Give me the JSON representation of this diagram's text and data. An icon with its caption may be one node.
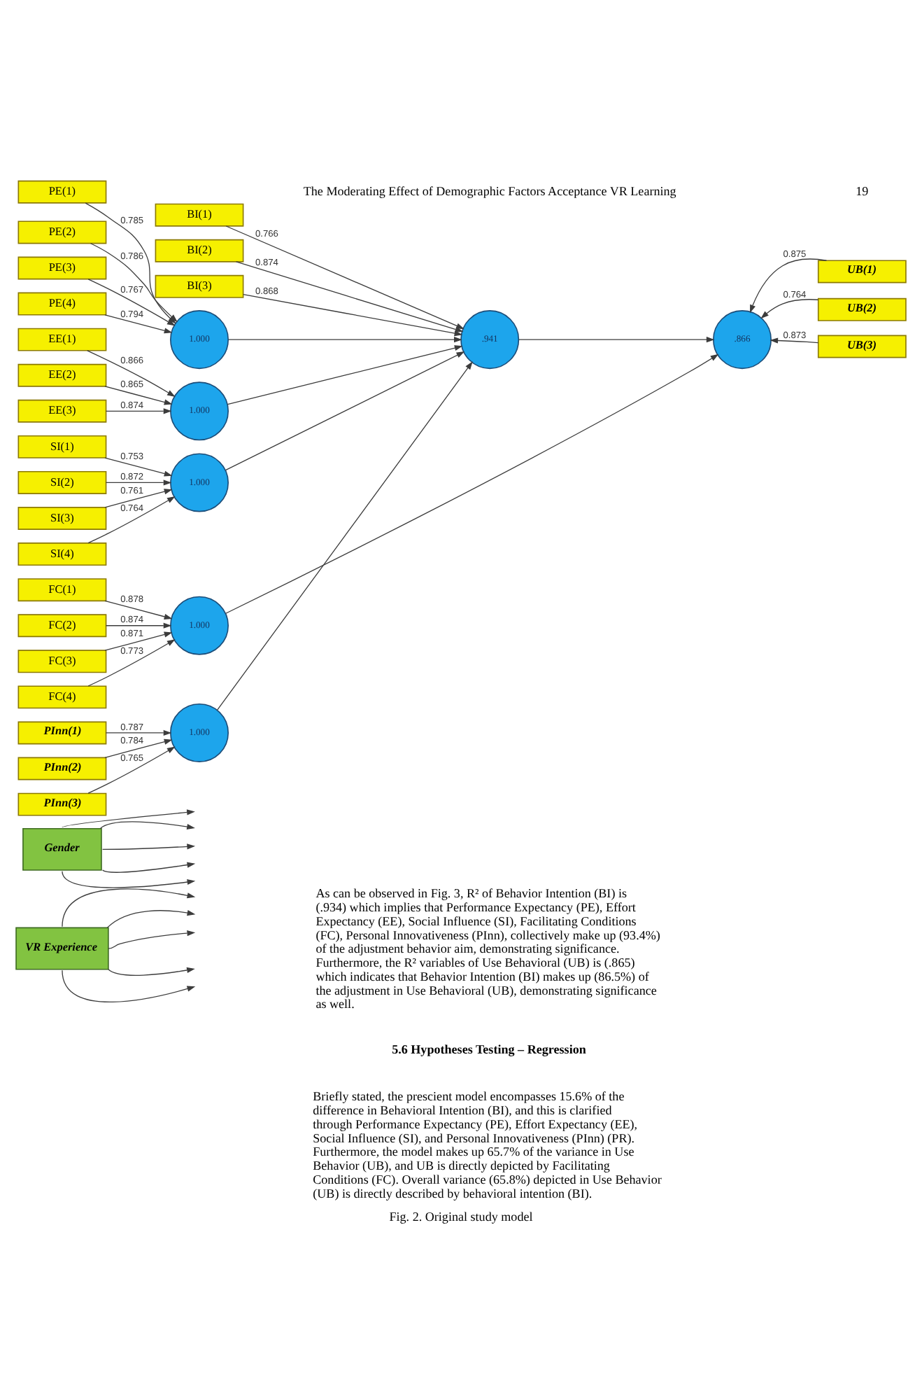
{
  "diagram": {
    "caption": "Fig. 2. Original study model",
    "nodes": [
      {
        "text": [
          "PE(1)"
        ]
      },
      {
        "text": [
          "PE(2)"
        ]
      },
      {
        "text": [
          "PE(3)"
        ]
      },
      {
        "text": [
          "PE(4)"
        ]
      },
      {
        "text": [
          "1.000"
        ]
      },
      {
        "text": [
          "EE(1)"
        ]
      },
      {
        "text": [
          "EE(2)"
        ]
      },
      {
        "text": [
          "EE(3)"
        ]
      },
      {
        "text": [
          "1.000"
        ]
      },
      {
        "text": [
          "SI(1)"
        ]
      },
      {
        "text": [
          "SI(2)"
        ]
      },
      {
        "text": [
          "SI(3)"
        ]
      },
      {
        "text": [
          "SI(4)"
        ]
      },
      {
        "text": [
          "1.000"
        ]
      },
      {
        "text": [
          "FC(1)"
        ]
      },
      {
        "text": [
          "FC(2)"
        ]
      },
      {
        "text": [
          "FC(3)"
        ]
      },
      {
        "text": [
          "FC(4)"
        ]
      },
      {
        "text": [
          "1.000"
        ]
      },
      {
        "text": [
          "PInn(1)"
        ]
      },
      {
        "text": [
          "PInn(2)"
        ]
      },
      {
        "text": [
          "PInn(3)"
        ]
      },
      {
        "text": [
          "1.000"
        ]
      },
      {
        "text": [
          "BI(1)"
        ]
      },
      {
        "text": [
          "BI(2)"
        ]
      },
      {
        "text": [
          "BI(3)"
        ]
      },
      {
        "text": [
          ".941"
        ]
      },
      {
        "text": [
          ".866"
        ]
      },
      {
        "text": [
          "UB(1)"
        ]
      },
      {
        "text": [
          "UB(2)"
        ]
      },
      {
        "text": [
          "UB(3)"
        ]
      },
      {
        "text": [
          "Gender"
        ]
      },
      {
        "text": [
          "VR Experience"
        ]
      }
    ],
    "edges": [
      {
        "from": 0,
        "to": 4,
        "arrow": "to",
        "label": "0.785"
      },
      {
        "from": 1,
        "to": 4,
        "arrow": "to",
        "label": "0.786"
      },
      {
        "from": 2,
        "to": 4,
        "arrow": "to",
        "label": "0.767"
      },
      {
        "from": 3,
        "to": 4,
        "arrow": "to",
        "label": "0.794"
      },
      {
        "from": 5,
        "to": 8,
        "arrow": "to",
        "label": "0.866"
      },
      {
        "from": 6,
        "to": 8,
        "arrow": "to",
        "label": "0.865"
      },
      {
        "from": 7,
        "to": 8,
        "arrow": "to",
        "label": "0.874"
      },
      {
        "from": 9,
        "to": 13,
        "arrow": "to",
        "label": "0.753"
      },
      {
        "from": 10,
        "to": 13,
        "arrow": "to",
        "label": "0.872"
      },
      {
        "from": 11,
        "to": 13,
        "arrow": "to",
        "label": "0.761"
      },
      {
        "from": 12,
        "to": 13,
        "arrow": "to",
        "label": "0.764"
      },
      {
        "from": 14,
        "to": 18,
        "arrow": "to",
        "label": "0.878"
      },
      {
        "from": 15,
        "to": 18,
        "arrow": "to",
        "label": "0.874"
      },
      {
        "from": 16,
        "to": 18,
        "arrow": "to",
        "label": "0.871"
      },
      {
        "from": 17,
        "to": 18,
        "arrow": "to",
        "label": "0.773"
      },
      {
        "from": 19,
        "to": 22,
        "arrow": "to",
        "label": "0.787"
      },
      {
        "from": 20,
        "to": 22,
        "arrow": "to",
        "label": "0.784"
      },
      {
        "from": 21,
        "to": 22,
        "arrow": "to",
        "label": "0.765"
      },
      {
        "from": 23,
        "to": 26,
        "arrow": "to",
        "label": "0.766"
      },
      {
        "from": 24,
        "to": 26,
        "arrow": "to",
        "label": "0.874"
      },
      {
        "from": 25,
        "to": 26,
        "arrow": "to",
        "label": "0.868"
      },
      {
        "from": 28,
        "to": 27,
        "arrow": "to",
        "label": "0.875"
      },
      {
        "from": 29,
        "to": 27,
        "arrow": "to",
        "label": "0.764"
      },
      {
        "from": 30,
        "to": 27,
        "arrow": "to",
        "label": "0.873"
      },
      {
        "from": 4,
        "to": 26,
        "arrow": "to"
      },
      {
        "from": 8,
        "to": 26,
        "arrow": "to"
      },
      {
        "from": 13,
        "to": 26,
        "arrow": "to"
      },
      {
        "from": 18,
        "to": 27,
        "arrow": "to"
      },
      {
        "from": 22,
        "to": 26,
        "arrow": "to"
      },
      {
        "from": 26,
        "to": 27,
        "arrow": "to"
      },
      {
        "from": 31,
        "to": null,
        "arrow": "to"
      },
      {
        "from": 31,
        "to": null,
        "arrow": "to"
      },
      {
        "from": 31,
        "to": null,
        "arrow": "to"
      },
      {
        "from": 31,
        "to": null,
        "arrow": "to"
      },
      {
        "from": 31,
        "to": null,
        "arrow": "to"
      },
      {
        "from": 32,
        "to": null,
        "arrow": "to"
      },
      {
        "from": 32,
        "to": null,
        "arrow": "to"
      },
      {
        "from": 32,
        "to": null,
        "arrow": "to"
      },
      {
        "from": 32,
        "to": null,
        "arrow": "to"
      },
      {
        "from": 32,
        "to": null,
        "arrow": "to"
      }
    ],
    "labels": [
      "The Moderating Effect of Demographic Factors Acceptance VR Learning",
      "19",
      "As can be observed in Fig. 3, R² of Behavior Intention (BI) is (.934) which implies that Performance Expectancy (PE), Effort Expectancy (EE), Social Influence (SI), Facilitating Conditions (FC), Personal Innovativeness (PInn), collectively make up (93.4%) of the adjustment behavior aim, demonstrating significance. Furthermore, the R² variables of Use Behavioral (UB) is (.865) which indicates that Behavior Intention (BI) makes up (86.5%) of the adjustment in Use Behavioral (UB), demonstrating significance as well.",
      "5.6 Hypotheses Testing – Regression",
      "Briefly stated, the prescient model encompasses 15.6% of the difference in Behavioral Intention (BI), and this is clarified through Performance Expectancy (PE), Effort Expectancy (EE), Social Influence (SI), and Personal Innovativeness (PInn) (PR). Furthermore, the model makes up 65.7% of the variance in Use Behavior (UB), and UB is directly depicted by Facilitating Conditions (FC). Overall variance (65.8%) depicted in Use Behavior (UB) is directly described by behavioral intention (BI)."
    ]
  }
}
